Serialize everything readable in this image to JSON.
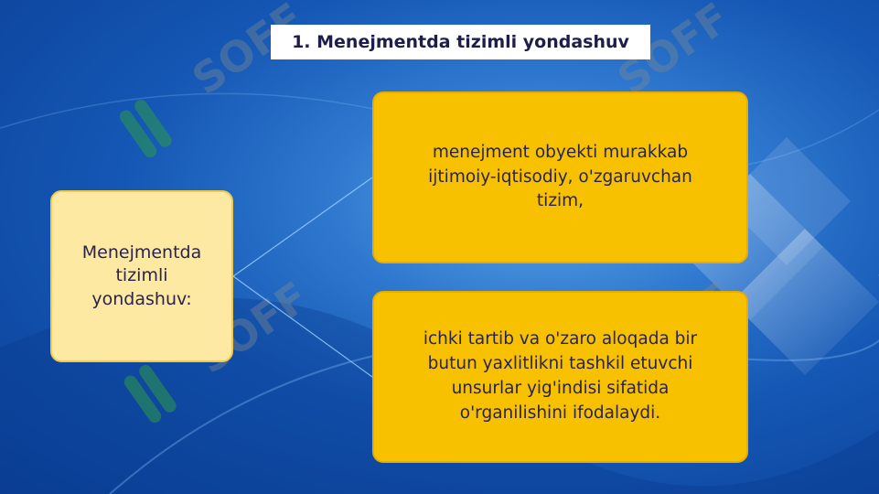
{
  "slide": {
    "title": "1. Menejmentda tizimli yondashuv",
    "watermark": "SOFF",
    "left_box": {
      "text": "Menejmentda\ntizimli\nyondashuv:"
    },
    "right_boxes": [
      {
        "text": "menejment obyekti murakkab\nijtimoiy-iqtisodiy, o'zgaruvchan\ntizim,"
      },
      {
        "text": "ichki tartib va o'zaro aloqada bir\nbutun yaxlitlikni tashkil etuvchi\nunsurlar yig'indisi sifatida\no'rganilishini ifodalaydi."
      }
    ]
  },
  "colors": {
    "background": "#1457b4",
    "left_box_fill": "#fde9a2",
    "right_box_fill": "#f7c100",
    "connector": "#9fd3ff",
    "watermark_green": "#2f9a4a",
    "watermark_gray": "#7f8a8f"
  }
}
